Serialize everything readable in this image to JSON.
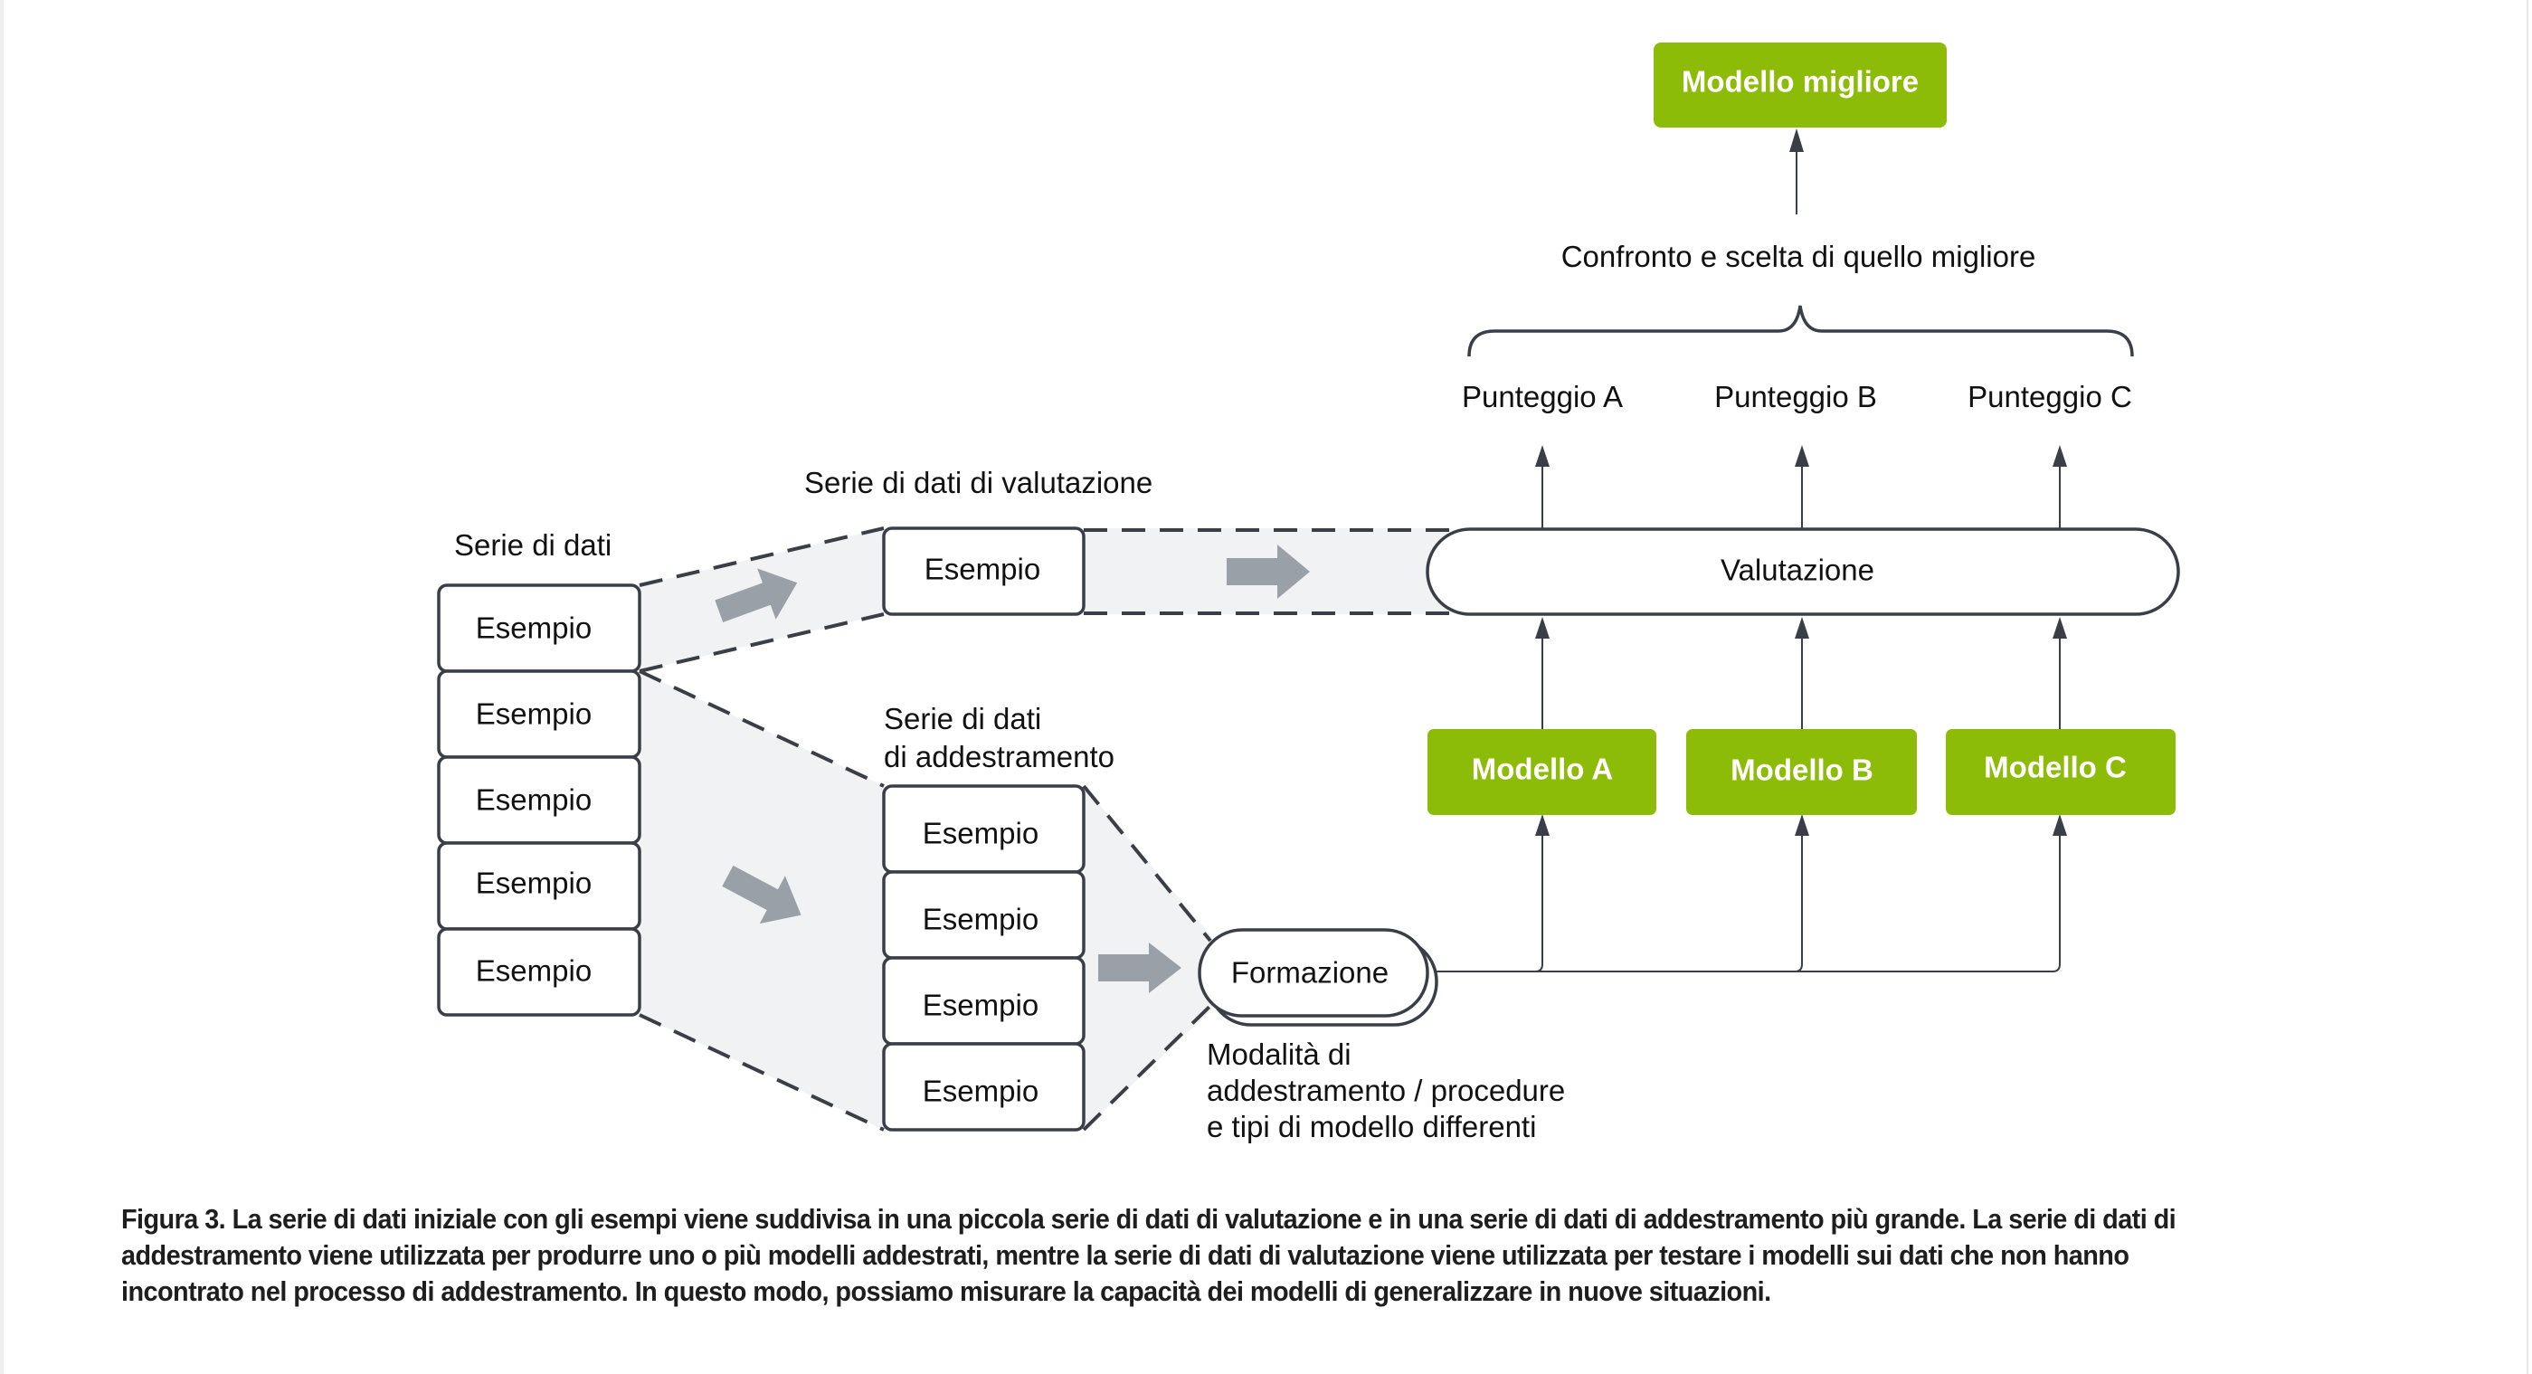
{
  "figure": {
    "dataset_label": "Serie di dati",
    "dataset_examples": [
      "Esempio",
      "Esempio",
      "Esempio",
      "Esempio",
      "Esempio"
    ],
    "eval_set_label": "Serie di dati di valutazione",
    "eval_set_examples": [
      "Esempio"
    ],
    "train_set_label_line1": "Serie di dati",
    "train_set_label_line2": "di addestramento",
    "train_set_examples": [
      "Esempio",
      "Esempio",
      "Esempio",
      "Esempio"
    ],
    "training_node": "Formazione",
    "training_note_lines": [
      "Modalità di",
      "addestramento / procedure",
      "e tipi di modello differenti"
    ],
    "evaluation_node": "Valutazione",
    "models": [
      "Modello A",
      "Modello B",
      "Modello C"
    ],
    "scores": [
      "Punteggio A",
      "Punteggio B",
      "Punteggio C"
    ],
    "compare_label": "Confronto e scelta di quello migliore",
    "best_model": "Modello migliore",
    "colors": {
      "accent_green": "#8cbb08",
      "line": "#3a3f47",
      "band": "#f1f2f4",
      "flow_arrow": "#9aa0a8"
    }
  },
  "caption": "Figura 3. La serie di dati iniziale con gli esempi viene suddivisa in una piccola serie di dati di valutazione e in una serie di dati di addestramento più grande. La serie di dati di addestramento viene utilizzata per produrre uno o più modelli addestrati, mentre la serie di dati di valutazione viene utilizzata per testare i modelli sui dati che non hanno incontrato nel processo di addestramento. In questo modo, possiamo misurare la capacità dei modelli di generalizzare in nuove situazioni."
}
